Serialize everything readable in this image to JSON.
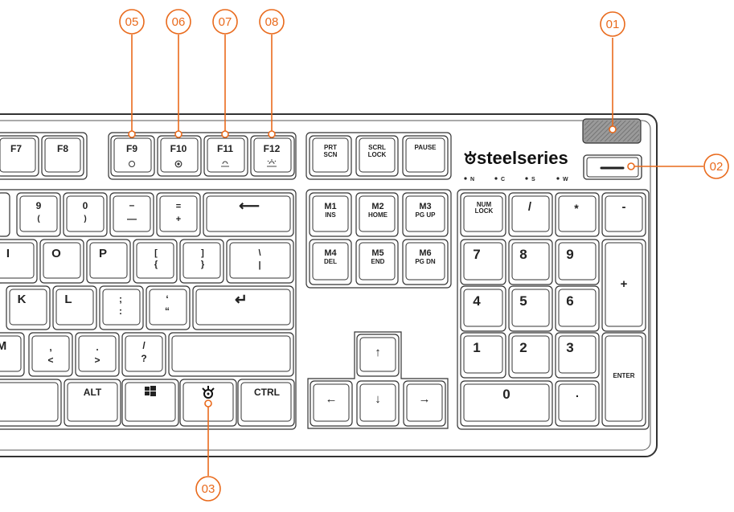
{
  "brand": {
    "name": "steelseries",
    "mode_indicators": [
      "N",
      "C",
      "S",
      "W"
    ]
  },
  "function_keys": {
    "f7": "F7",
    "f8": "F8",
    "f9": "F9",
    "f10": "F10",
    "f11": "F11",
    "f12": "F12"
  },
  "system_keys": {
    "prtscn": [
      "PRT",
      "SCN"
    ],
    "scrllock": [
      "SCRL",
      "LOCK"
    ],
    "pause": "PAUSE"
  },
  "number_row": {
    "nine": [
      "9",
      "("
    ],
    "zero": [
      "0",
      ")"
    ],
    "minus": [
      "–",
      "—"
    ],
    "equals": [
      "=",
      "+"
    ],
    "backspace": "⟵"
  },
  "top_row": {
    "i": "I",
    "o": "O",
    "p": "P",
    "lbracket": [
      "[",
      "{"
    ],
    "rbracket": [
      "]",
      "}"
    ],
    "backslash": [
      "\\",
      "|"
    ]
  },
  "home_row": {
    "k": "K",
    "l": "L",
    "semicolon": [
      ";",
      ":"
    ],
    "quote": [
      "‘",
      "“"
    ],
    "enter": "↵"
  },
  "bottom_row": {
    "m": "M",
    "comma": [
      ",",
      "<"
    ],
    "period": [
      ".",
      ">"
    ],
    "slash": [
      "/",
      "?"
    ]
  },
  "space_row": {
    "alt": "ALT",
    "ctrl": "CTRL"
  },
  "macro_keys": {
    "m1": [
      "M1",
      "INS"
    ],
    "m2": [
      "M2",
      "HOME"
    ],
    "m3": [
      "M3",
      "PG UP"
    ],
    "m4": [
      "M4",
      "DEL"
    ],
    "m5": [
      "M5",
      "END"
    ],
    "m6": [
      "M6",
      "PG DN"
    ]
  },
  "arrows": {
    "up": "↑",
    "left": "←",
    "down": "↓",
    "right": "→"
  },
  "numpad": {
    "numlock": [
      "NUM",
      "LOCK"
    ],
    "divide": "/",
    "multiply": "*",
    "minus": "-",
    "plus": "+",
    "n7": "7",
    "n8": "8",
    "n9": "9",
    "n4": "4",
    "n5": "5",
    "n6": "6",
    "n1": "1",
    "n2": "2",
    "n3": "3",
    "n0": "0",
    "decimal": ".",
    "enter": "ENTER"
  },
  "callouts": {
    "c01": "01",
    "c02": "02",
    "c03": "03",
    "c05": "05",
    "c06": "06",
    "c07": "07",
    "c08": "08"
  },
  "colors": {
    "accent": "#e96a1c",
    "outline": "#333333",
    "key_fill": "#ffffff"
  }
}
